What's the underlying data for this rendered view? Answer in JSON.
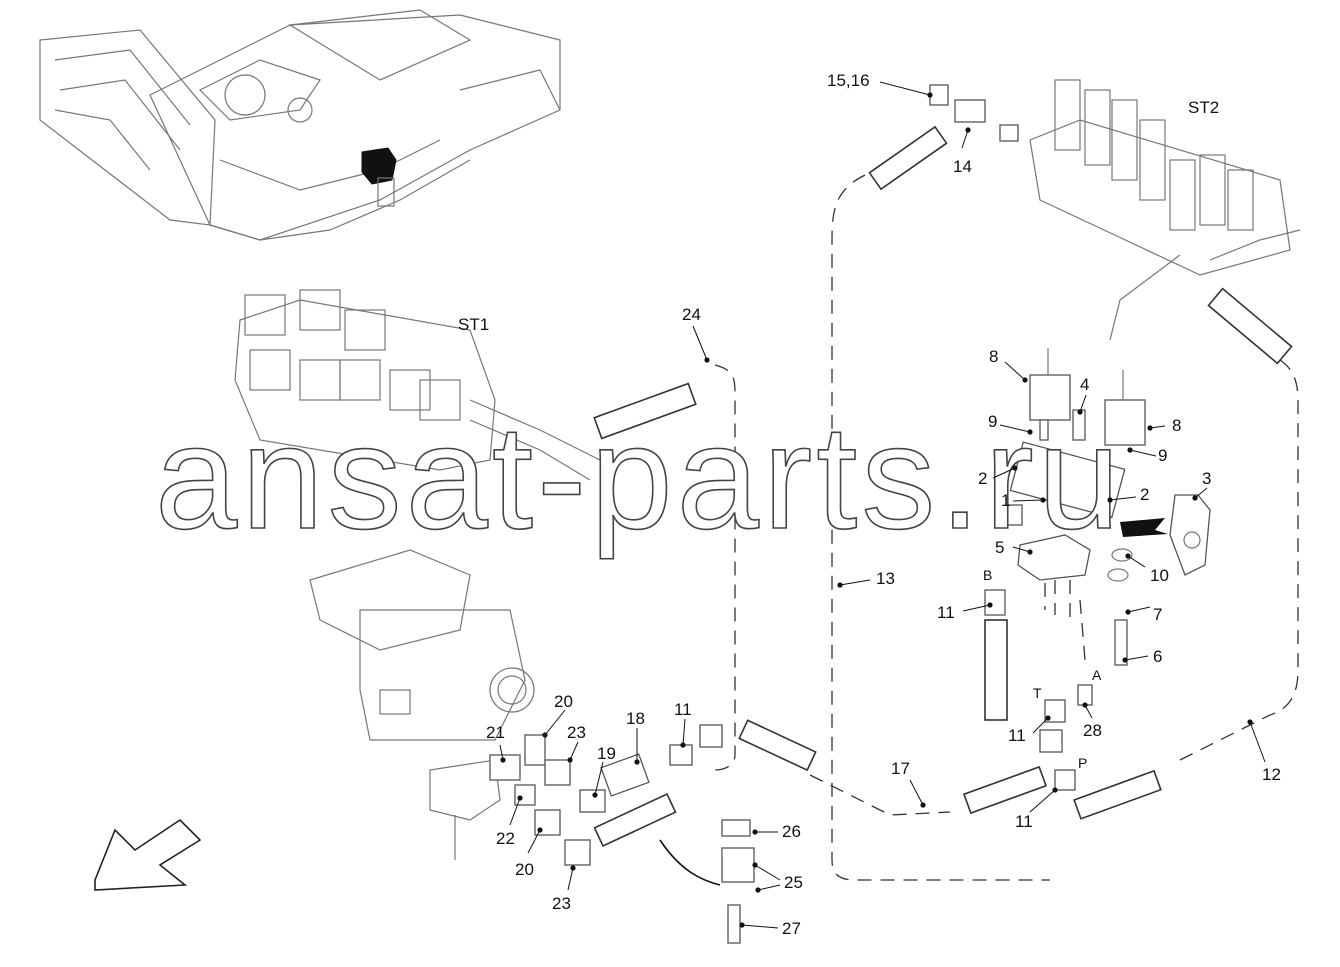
{
  "diagram": {
    "watermark": "ansat-parts.ru",
    "groups": {
      "st1": "ST1",
      "st2": "ST2"
    },
    "ports": {
      "a": "A",
      "b": "B",
      "t": "T",
      "p": "P"
    },
    "callouts": {
      "c24": "24",
      "c15_16": "15,16",
      "c14": "14",
      "c8_left": "8",
      "c8_right": "8",
      "c4": "4",
      "c9_left": "9",
      "c9_right": "9",
      "c2_left": "2",
      "c2_right": "2",
      "c1": "1",
      "c3": "3",
      "c5": "5",
      "c10": "10",
      "c13": "13",
      "c7": "7",
      "c11_b": "11",
      "c6": "6",
      "c28": "28",
      "c11_t": "11",
      "c17": "17",
      "c12": "12",
      "c11_p": "11",
      "c20_top": "20",
      "c23_top": "23",
      "c18": "18",
      "c11_left": "11",
      "c21": "21",
      "c19": "19",
      "c22": "22",
      "c20_bottom": "20",
      "c23_bottom": "23",
      "c26": "26",
      "c25": "25",
      "c27": "27"
    }
  }
}
